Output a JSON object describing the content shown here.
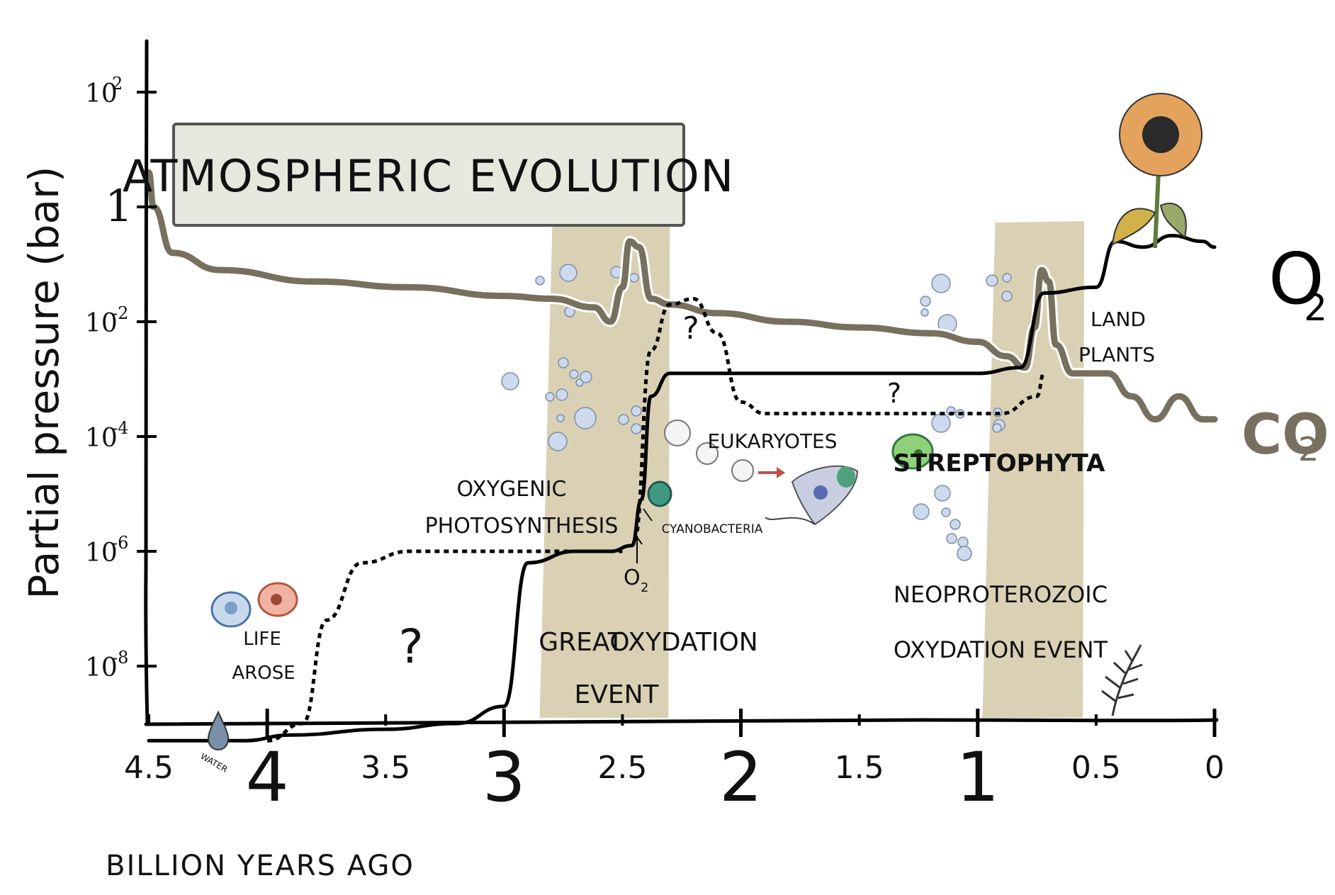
{
  "chart_data": {
    "type": "line",
    "title": "ATMOSPHERIC EVOLUTION",
    "xlabel": "BILLION YEARS AGO",
    "ylabel": "Partial pressure (bar)",
    "x_axis_reversed": true,
    "xlim": [
      4.5,
      0
    ],
    "y_scale": "log",
    "ylim_exp": [
      -10,
      3
    ],
    "x_ticks": [
      4.5,
      4,
      3.5,
      3,
      2.5,
      2,
      1.5,
      1,
      0.5,
      0
    ],
    "x_tick_labels": [
      "4.5",
      "4",
      "3.5",
      "3",
      "2.5",
      "2",
      "1.5",
      "1",
      "0.5",
      "0"
    ],
    "y_ticks": [
      {
        "exp": 2,
        "label": "10",
        "sup": "2"
      },
      {
        "exp": 0,
        "label": "1",
        "sup": ""
      },
      {
        "exp": -2,
        "label": "10",
        "sup": "-2"
      },
      {
        "exp": -4,
        "label": "10",
        "sup": "-4"
      },
      {
        "exp": -6,
        "label": "10",
        "sup": "-6"
      },
      {
        "exp": -8,
        "label": "10",
        "sup": "-8"
      }
    ],
    "series": [
      {
        "name": "O2",
        "style": "solid",
        "color": "#000000",
        "points": [
          [
            4.5,
            -9.3
          ],
          [
            4.4,
            -9.3
          ],
          [
            4.2,
            -9.3
          ],
          [
            4.1,
            -9.3
          ],
          [
            3.9,
            -9.2
          ],
          [
            3.5,
            -9.1
          ],
          [
            3.2,
            -9.0
          ],
          [
            3.0,
            -8.7
          ],
          [
            2.9,
            -6.2
          ],
          [
            2.7,
            -6.0
          ],
          [
            2.55,
            -6.0
          ],
          [
            2.46,
            -5.9
          ],
          [
            2.42,
            -5.1
          ],
          [
            2.38,
            -3.3
          ],
          [
            2.3,
            -2.9
          ],
          [
            2.25,
            -2.9
          ],
          [
            1.5,
            -2.9
          ],
          [
            1.0,
            -2.9
          ],
          [
            0.82,
            -2.8
          ],
          [
            0.72,
            -1.5
          ],
          [
            0.5,
            -1.4
          ],
          [
            0.42,
            -0.6
          ],
          [
            0.3,
            -0.7
          ],
          [
            0.18,
            -0.5
          ],
          [
            0.05,
            -0.6
          ],
          [
            0.0,
            -0.7
          ]
        ]
      },
      {
        "name": "O2",
        "style": "dotted",
        "color": "#000000",
        "points": [
          [
            4.0,
            -9.3
          ],
          [
            3.85,
            -9.0
          ],
          [
            3.75,
            -7.2
          ],
          [
            3.6,
            -6.2
          ],
          [
            3.4,
            -6.0
          ],
          [
            3.0,
            -6.0
          ],
          [
            2.5,
            -6.0
          ]
        ]
      },
      {
        "name": "O2",
        "style": "dotted",
        "color": "#000000",
        "points": [
          [
            2.45,
            -5.8
          ],
          [
            2.38,
            -2.5
          ],
          [
            2.3,
            -1.7
          ],
          [
            2.2,
            -1.6
          ],
          [
            2.1,
            -2.2
          ],
          [
            2.0,
            -3.4
          ],
          [
            1.9,
            -3.6
          ],
          [
            1.5,
            -3.6
          ],
          [
            1.1,
            -3.6
          ],
          [
            0.9,
            -3.6
          ],
          [
            0.75,
            -3.3
          ],
          [
            0.72,
            -2.9
          ]
        ]
      },
      {
        "name": "CO2",
        "style": "solid",
        "color": "#78705f",
        "points": [
          [
            4.5,
            0.6
          ],
          [
            4.48,
            0.0
          ],
          [
            4.4,
            -0.8
          ],
          [
            4.2,
            -1.1
          ],
          [
            3.8,
            -1.3
          ],
          [
            3.4,
            -1.4
          ],
          [
            3.0,
            -1.55
          ],
          [
            2.8,
            -1.6
          ],
          [
            2.62,
            -1.75
          ],
          [
            2.55,
            -2.0
          ],
          [
            2.5,
            -1.4
          ],
          [
            2.47,
            -0.6
          ],
          [
            2.43,
            -0.7
          ],
          [
            2.38,
            -1.6
          ],
          [
            2.3,
            -1.7
          ],
          [
            2.1,
            -1.85
          ],
          [
            1.8,
            -2.0
          ],
          [
            1.5,
            -2.1
          ],
          [
            1.2,
            -2.2
          ],
          [
            1.0,
            -2.35
          ],
          [
            0.88,
            -2.6
          ],
          [
            0.8,
            -2.8
          ],
          [
            0.76,
            -2.1
          ],
          [
            0.73,
            -1.1
          ],
          [
            0.7,
            -1.3
          ],
          [
            0.67,
            -2.4
          ],
          [
            0.6,
            -2.9
          ],
          [
            0.45,
            -2.9
          ],
          [
            0.35,
            -3.3
          ],
          [
            0.25,
            -3.7
          ],
          [
            0.15,
            -3.3
          ],
          [
            0.05,
            -3.7
          ],
          [
            0.0,
            -3.7
          ]
        ]
      }
    ],
    "events": [
      {
        "label": [
          "GREAT",
          "OXYDATION",
          "EVENT"
        ],
        "x_start": 2.85,
        "x_end": 2.3
      },
      {
        "label": [
          "NEOPROTEROZOIC",
          "OXYDATION EVENT"
        ],
        "x_start": 0.98,
        "x_end": 0.55
      }
    ],
    "annotations": [
      {
        "id": "life",
        "text": [
          "LIFE",
          "AROSE"
        ]
      },
      {
        "id": "water",
        "text": "WATER"
      },
      {
        "id": "photo",
        "text": [
          "OXYGENIC",
          "PHOTOSYNTHESIS"
        ]
      },
      {
        "id": "o2mark",
        "text": "O",
        "sub": "2"
      },
      {
        "id": "cyano",
        "text": "CYANOBACTERIA"
      },
      {
        "id": "euk",
        "text": "EUKARYOTES"
      },
      {
        "id": "strepto",
        "text": "STREPTOPHYTA"
      },
      {
        "id": "land",
        "text": [
          "LAND",
          "PLANTS"
        ]
      },
      {
        "id": "q1",
        "text": "?"
      },
      {
        "id": "q2",
        "text": "?"
      },
      {
        "id": "q3",
        "text": "?"
      }
    ],
    "legend": [
      {
        "label": "O",
        "sub": "2",
        "color": "#000000"
      },
      {
        "label": "CO",
        "sub": "2",
        "color": "#78705f"
      }
    ],
    "grid": false
  }
}
